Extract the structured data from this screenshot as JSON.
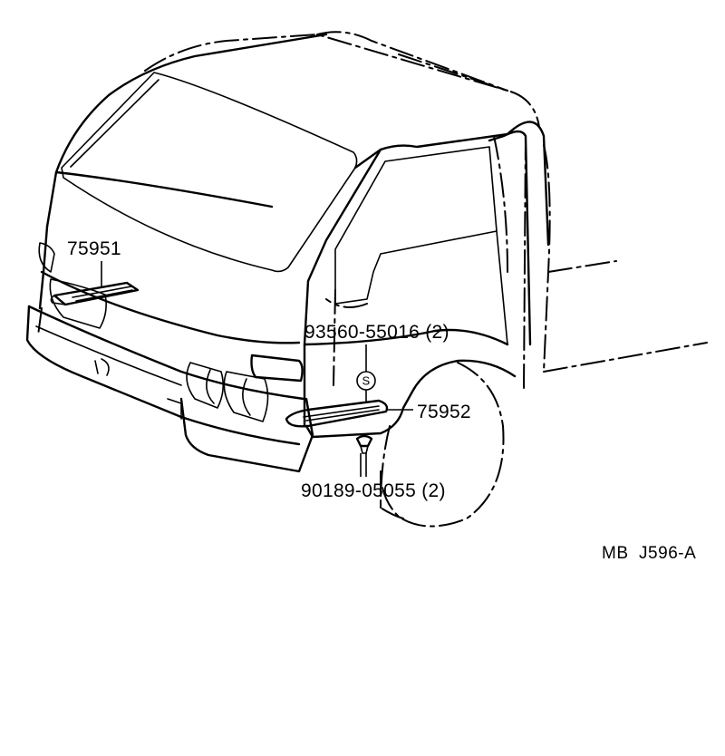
{
  "callouts": {
    "part_75951": "75951",
    "part_75952": "75952",
    "screw": "93560-55016 (2)",
    "screw_symbol": "S",
    "clip": "90189-05055 (2)"
  },
  "reference_code": "MB  J596-A"
}
